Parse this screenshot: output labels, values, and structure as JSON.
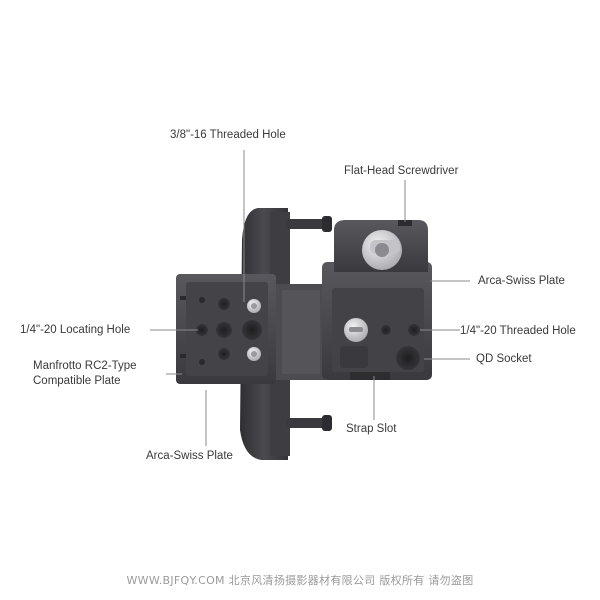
{
  "labels": {
    "threaded_hole_38": "3/8\"-16 Threaded Hole",
    "flat_head_screwdriver": "Flat-Head Screwdriver",
    "arca_swiss_plate_right": "Arca-Swiss Plate",
    "locating_hole": "1/4\"-20 Locating Hole",
    "threaded_hole_14": "1/4\"-20 Threaded Hole",
    "manfrotto_line1": "Manfrotto RC2-Type",
    "manfrotto_line2": "Compatible Plate",
    "qd_socket": "QD Socket",
    "strap_slot": "Strap Slot",
    "arca_swiss_plate_bottom": "Arca-Swiss Plate"
  },
  "watermark": "WWW.BJFQY.COM 北京风清扬摄影器材有限公司 版权所有 请勿盗图",
  "colors": {
    "body_dark": "#3b3b3e",
    "body_mid": "#4a4a4e",
    "body_light": "#5c5c61",
    "leader": "#8a8a8a",
    "text": "#3a3a3a",
    "screw_silver": "#d9d9dc"
  }
}
